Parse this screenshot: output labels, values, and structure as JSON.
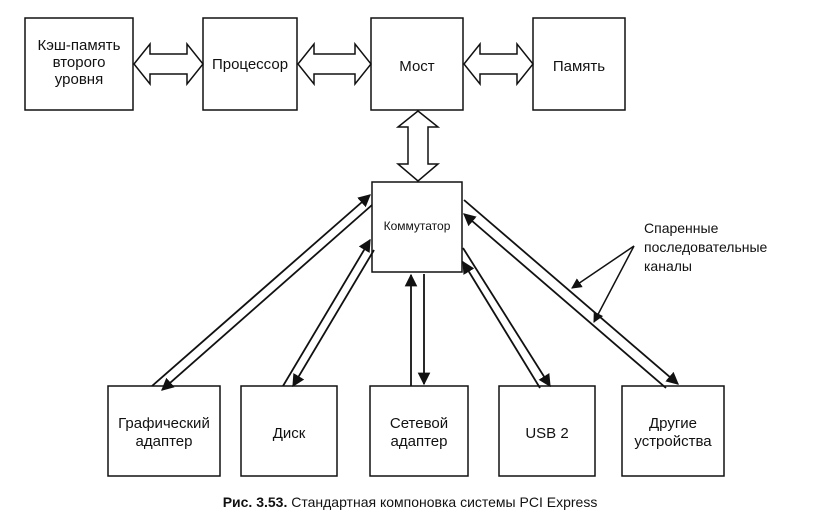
{
  "boxes": {
    "l2_cache": [
      "Кэш-память",
      "второго",
      "уровня"
    ],
    "processor": "Процессор",
    "bridge": "Мост",
    "memory": "Память",
    "switch": "Коммутатор",
    "graphics": [
      "Графический",
      "адаптер"
    ],
    "disk": "Диск",
    "network": [
      "Сетевой",
      "адаптер"
    ],
    "usb": "USB 2",
    "other": [
      "Другие",
      "устройства"
    ]
  },
  "annotation": [
    "Спаренные",
    "последовательные",
    "каналы"
  ],
  "caption": {
    "label": "Рис. 3.53.",
    "text": " Стандартная компоновка системы PCI Express"
  }
}
